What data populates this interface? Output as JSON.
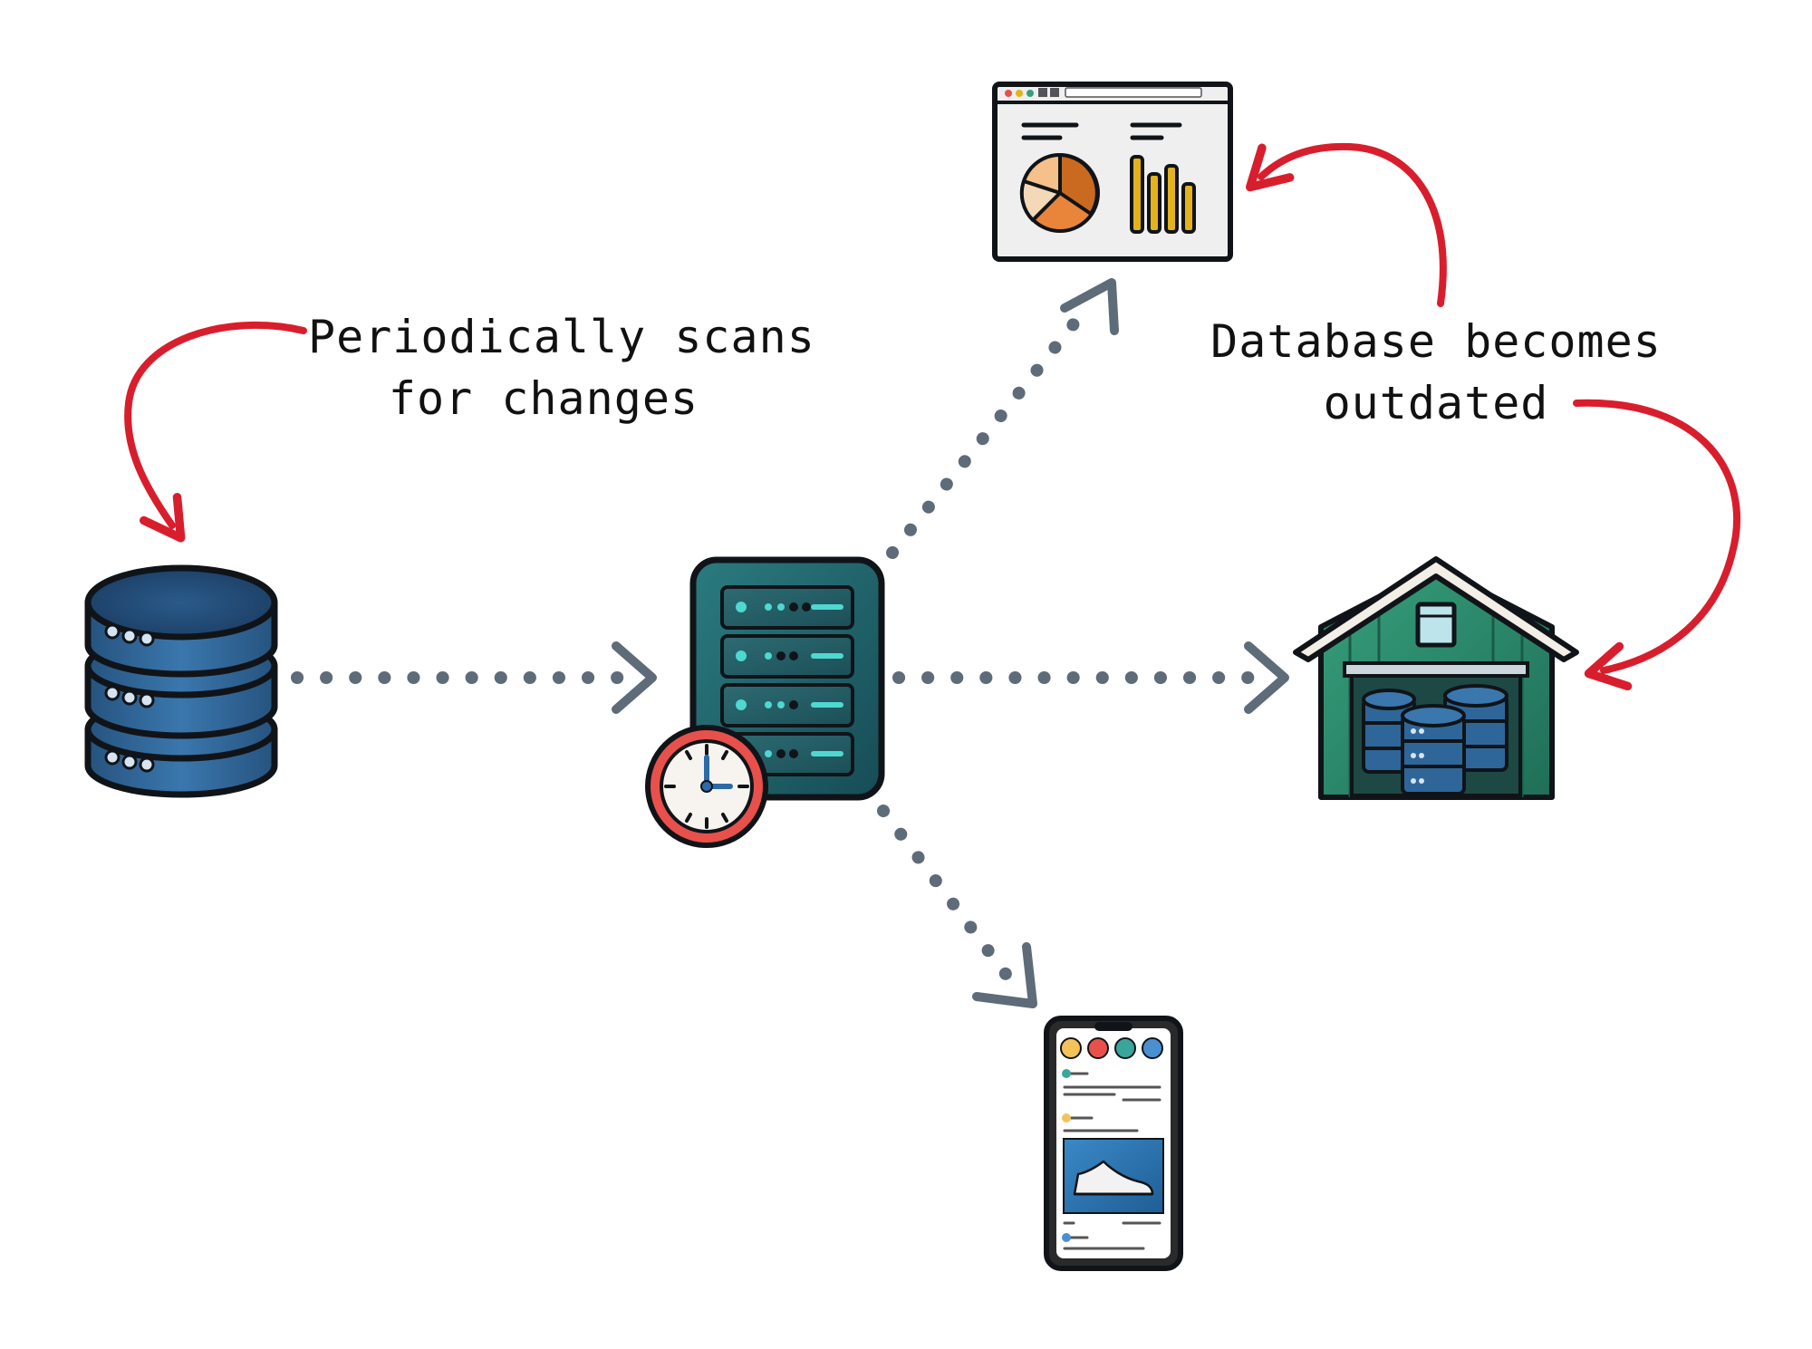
{
  "labels": {
    "scan_line1": "Periodically scans",
    "scan_line2": "for changes",
    "outdated_line1": "Database becomes",
    "outdated_line2": "outdated"
  },
  "colors": {
    "annotation_arrow": "#d81e2c",
    "dotted_flow": "#5e6b78",
    "database_blue": "#2f6699",
    "server_teal": "#1e5d64",
    "warehouse_green": "#2c8c6a",
    "clock_red": "#e8504c",
    "chart_orange": "#e8853a",
    "chart_gold": "#e3b21c"
  },
  "icons": {
    "source": "database-icon",
    "scheduler": "server-rack-icon",
    "schedule": "clock-icon",
    "dashboard": "dashboard-browser-icon",
    "warehouse": "data-warehouse-icon",
    "mobile": "mobile-app-icon"
  }
}
